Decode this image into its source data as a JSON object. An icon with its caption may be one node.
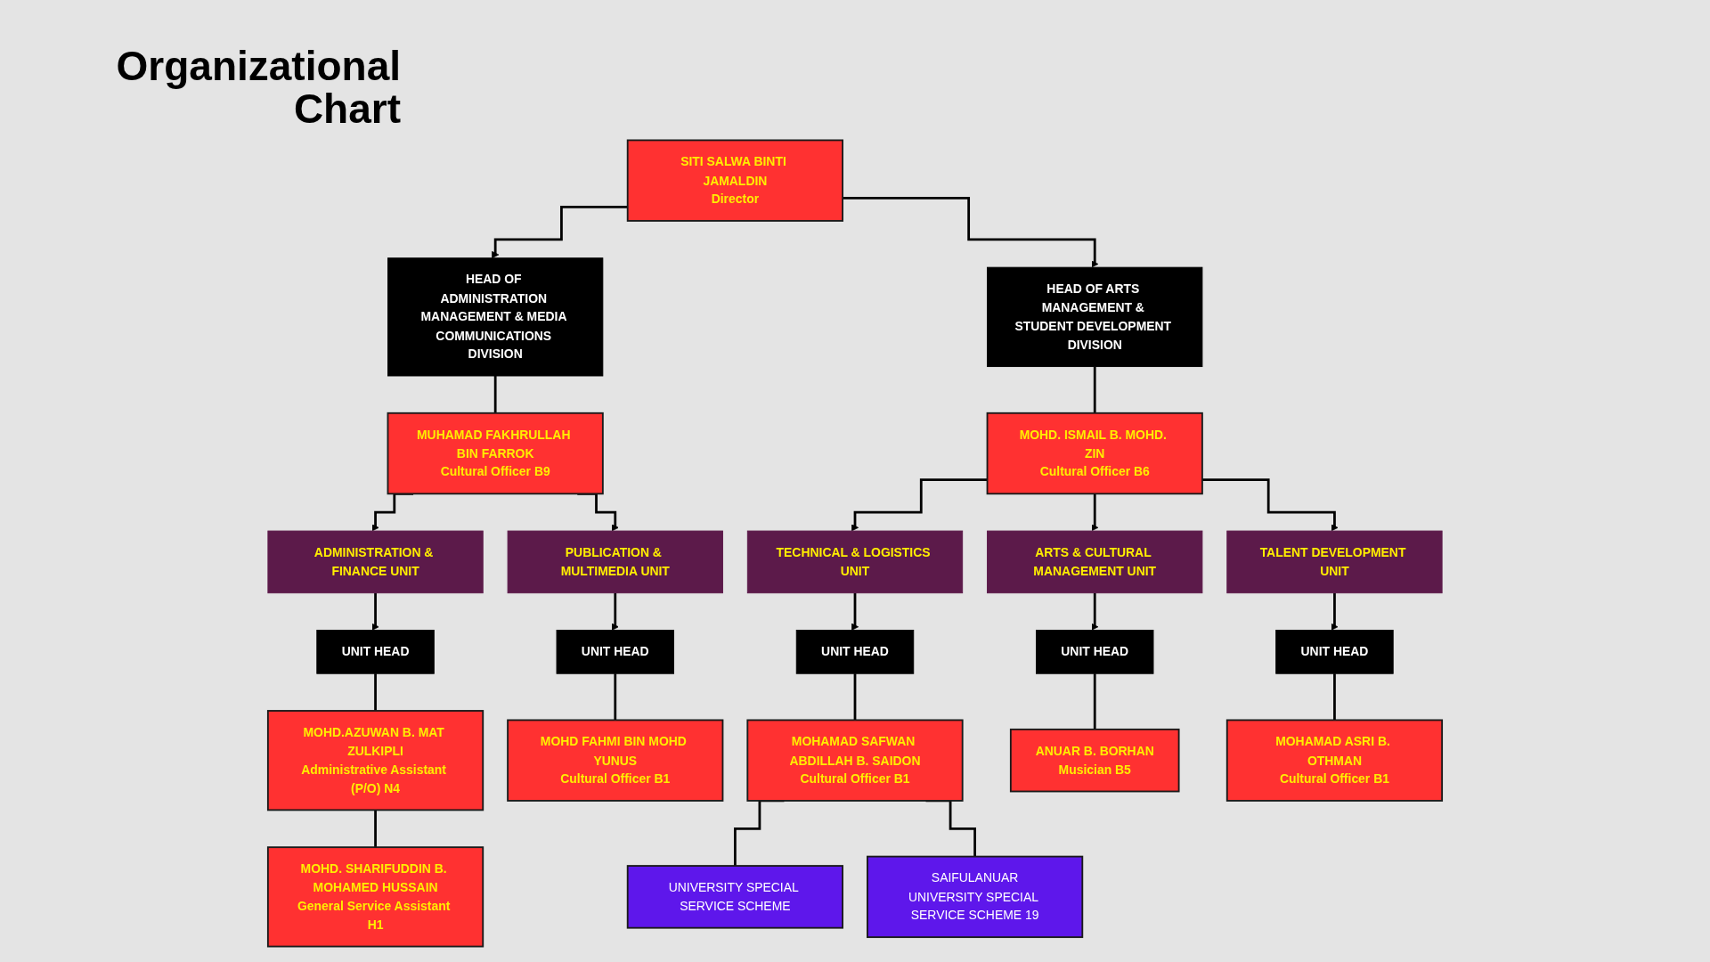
{
  "diagram": {
    "title": "Organizational Chart",
    "nodes": [
      {
        "text": [
          "SITI SALWA BINTI JAMALDIN",
          "Director"
        ]
      },
      {
        "text": [
          "HEAD OF ADMINISTRATION MANAGEMENT & MEDIA COMMUNICATIONS DIVISION"
        ]
      },
      {
        "text": [
          "MUHAMAD FAKHRULLAH BIN FARROK",
          "Cultural Officer B9"
        ]
      },
      {
        "text": [
          "HEAD OF ARTS MANAGEMENT & STUDENT DEVELOPMENT DIVISION"
        ]
      },
      {
        "text": [
          "MOHD. ISMAIL B. MOHD. ZIN",
          "Cultural Officer B6"
        ]
      },
      {
        "text": [
          "ADMINISTRATION & FINANCE UNIT"
        ]
      },
      {
        "text": [
          "UNIT HEAD"
        ]
      },
      {
        "text": [
          "MOHD.AZUWAN B. MAT ZULKIPLI",
          "Administrative Assistant (P/O) N4"
        ]
      },
      {
        "text": [
          "MOHD. SHARIFUDDIN B. MOHAMED HUSSAIN",
          "General Service Assistant H1"
        ]
      },
      {
        "text": [
          "PUBLICATION & MULTIMEDIA UNIT"
        ]
      },
      {
        "text": [
          "UNIT HEAD"
        ]
      },
      {
        "text": [
          "MOHD FAHMI BIN MOHD YUNUS",
          "Cultural Officer B1"
        ]
      },
      {
        "text": [
          "TECHNICAL & LOGISTICS UNIT"
        ]
      },
      {
        "text": [
          "UNIT HEAD"
        ]
      },
      {
        "text": [
          "MOHAMAD SAFWAN ABDILLAH B. SAIDON",
          "Cultural Officer B1"
        ]
      },
      {
        "text": [
          "UNIVERSITY SPECIAL SERVICE SCHEME"
        ]
      },
      {
        "text": [
          "SAIFULANUAR",
          "UNIVERSITY SPECIAL SERVICE SCHEME 19"
        ]
      },
      {
        "text": [
          "ARTS & CULTURAL MANAGEMENT UNIT"
        ]
      },
      {
        "text": [
          "UNIT HEAD"
        ]
      },
      {
        "text": [
          "ANUAR B. BORHAN",
          "Musician B5"
        ]
      },
      {
        "text": [
          "TALENT DEVELOPMENT UNIT"
        ]
      },
      {
        "text": [
          "UNIT HEAD"
        ]
      },
      {
        "text": [
          "MOHAMAD ASRI B. OTHMAN",
          "Cultural Officer B1"
        ]
      }
    ],
    "edges": [
      {
        "from": 0,
        "to": 1,
        "arrow": "to"
      },
      {
        "from": 0,
        "to": 3,
        "arrow": "to"
      },
      {
        "from": 1,
        "to": 2,
        "arrow": "none"
      },
      {
        "from": 3,
        "to": 4,
        "arrow": "none"
      },
      {
        "from": 2,
        "to": 5,
        "arrow": "to"
      },
      {
        "from": 2,
        "to": 9,
        "arrow": "to"
      },
      {
        "from": 5,
        "to": 6,
        "arrow": "to"
      },
      {
        "from": 6,
        "to": 7,
        "arrow": "none"
      },
      {
        "from": 7,
        "to": 8,
        "arrow": "none"
      },
      {
        "from": 9,
        "to": 10,
        "arrow": "to"
      },
      {
        "from": 10,
        "to": 11,
        "arrow": "none"
      },
      {
        "from": 4,
        "to": 12,
        "arrow": "to"
      },
      {
        "from": 4,
        "to": 17,
        "arrow": "to"
      },
      {
        "from": 4,
        "to": 20,
        "arrow": "to"
      },
      {
        "from": 12,
        "to": 13,
        "arrow": "to"
      },
      {
        "from": 13,
        "to": 14,
        "arrow": "none"
      },
      {
        "from": 14,
        "to": 15,
        "arrow": "none"
      },
      {
        "from": 14,
        "to": 16,
        "arrow": "none"
      },
      {
        "from": 17,
        "to": 18,
        "arrow": "to"
      },
      {
        "from": 18,
        "to": 19,
        "arrow": "none"
      },
      {
        "from": 20,
        "to": 21,
        "arrow": "to"
      },
      {
        "from": 21,
        "to": 22,
        "arrow": "none"
      }
    ]
  }
}
